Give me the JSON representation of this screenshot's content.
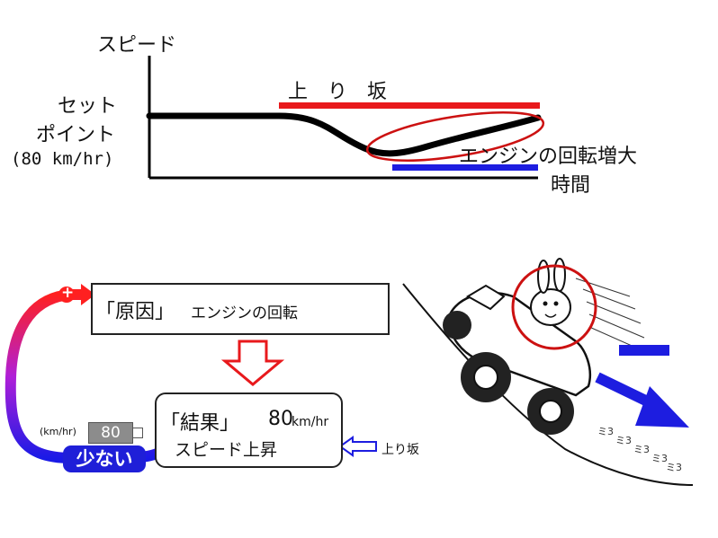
{
  "graph": {
    "y_axis_label": "スピード",
    "setpoint_line1": "セット",
    "setpoint_line2": "ポイント",
    "setpoint_value": "(80 km/hr)",
    "uphill_label": "上　り　坂",
    "engine_label": "エンジンの回転増大",
    "time_label": "時間",
    "colors": {
      "uphill_bar": "#e8191c",
      "time_bar": "#1d1de0",
      "speed_line": "#000000"
    }
  },
  "flow": {
    "cause_title": "「原因」",
    "cause_text": "エンジンの回転",
    "result_title": "「結果」",
    "result_speed_value": "80",
    "result_speed_unit": "km/hr",
    "result_text": "スピード上昇",
    "uphill_input": "上り坂",
    "meter_unit": "(km/hr)",
    "meter_value": "80",
    "low_badge": "少ない",
    "plus_symbol": "+",
    "colors": {
      "loop_start": "#ff2020",
      "loop_end": "#1a1ae6",
      "arrow_red": "#e8191c",
      "arrow_blue": "#1d1de0"
    }
  }
}
